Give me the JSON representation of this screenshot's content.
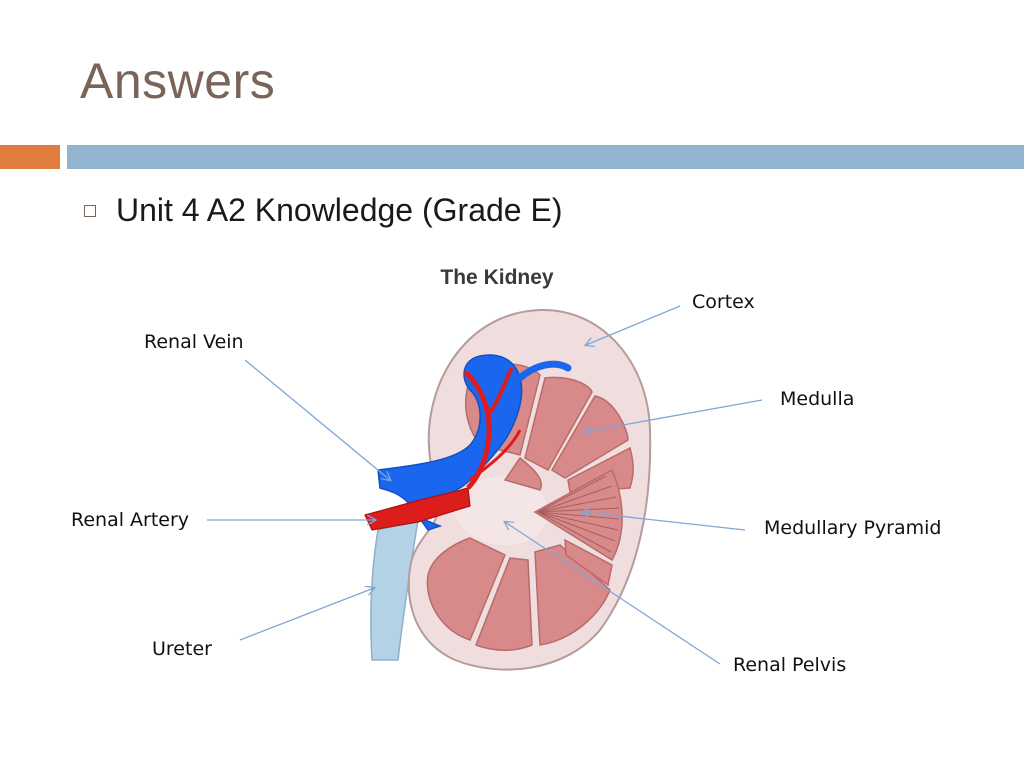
{
  "slide": {
    "title": "Answers",
    "bullet": "Unit 4 A2 Knowledge (Grade E)"
  },
  "figure": {
    "title": "The Kidney",
    "labels": {
      "cortex": "Cortex",
      "renal_vein": "Renal Vein",
      "medulla": "Medulla",
      "renal_artery": "Renal Artery",
      "medullary_pyramid": "Medullary Pyramid",
      "ureter": "Ureter",
      "renal_pelvis": "Renal Pelvis"
    }
  },
  "colors": {
    "title_text": "#7a645a",
    "accent": "#e07c3e",
    "rule": "#93b4d0",
    "cortex": "#f0dede",
    "medulla": "#d88a8a",
    "vein": "#1a66ee",
    "artery": "#dd1c1c",
    "ureter": "#b4d2e6",
    "leader_line": "#7fa7d6"
  }
}
